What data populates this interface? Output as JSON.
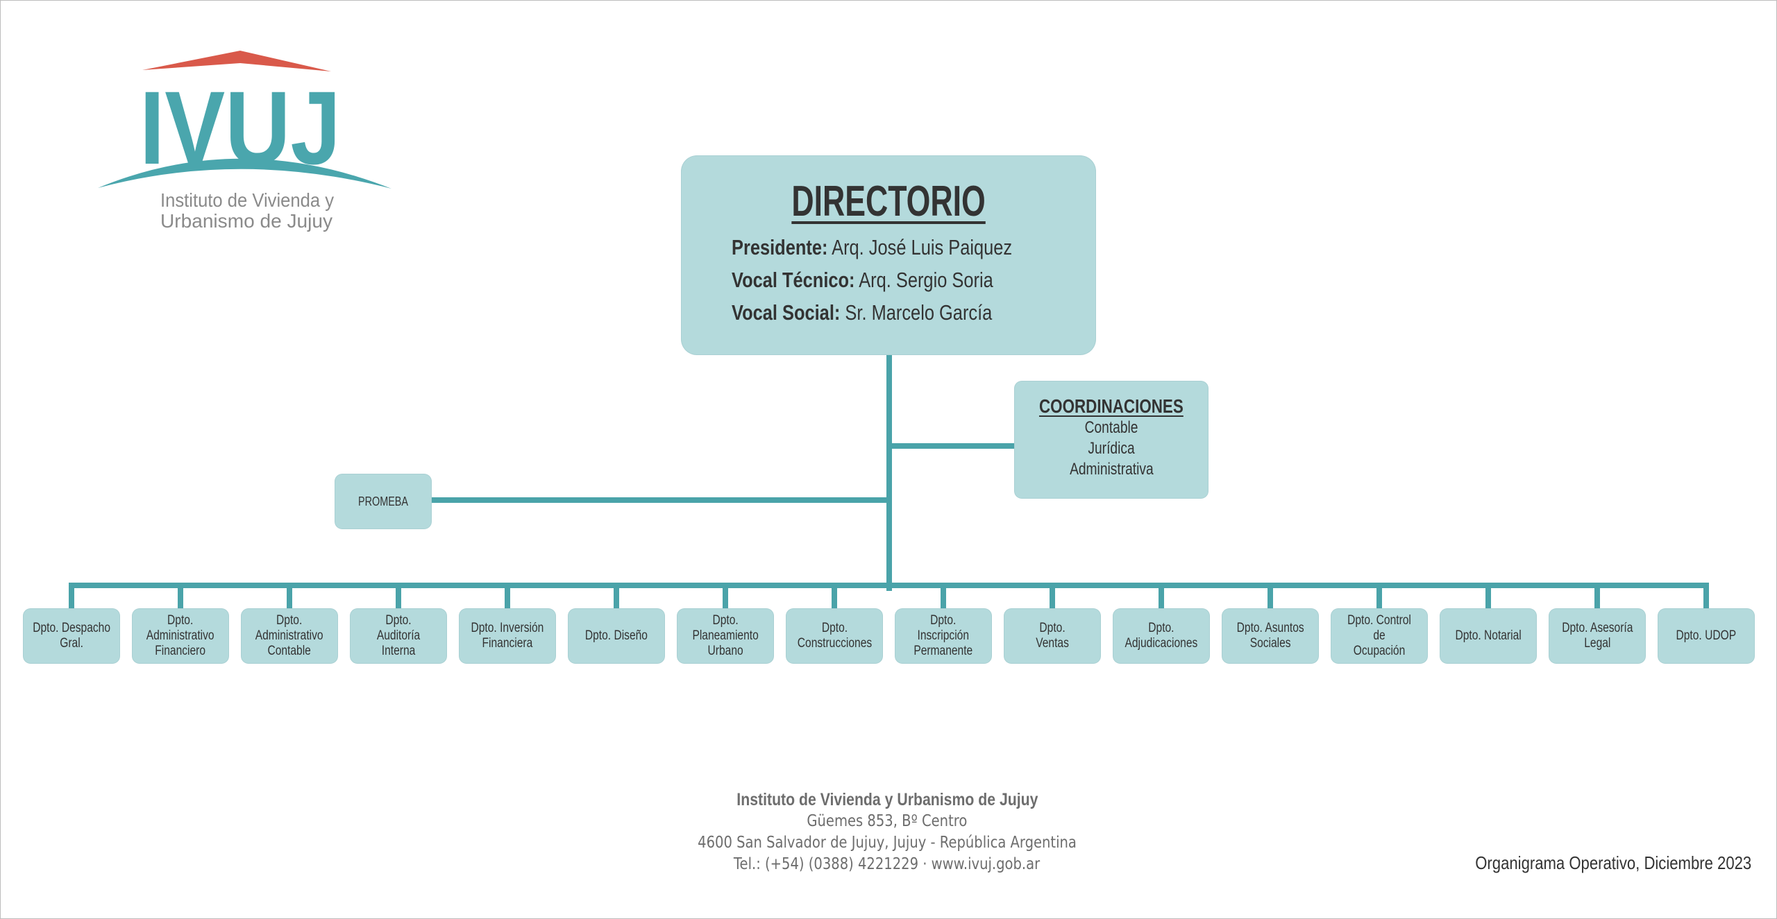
{
  "logo": {
    "acronym": "IVUJ",
    "line1": "Instituto de Vivienda y",
    "line2": "Urbanismo de Jujuy"
  },
  "directorio": {
    "title": "DIRECTORIO",
    "members": [
      {
        "role": "Presidente:",
        "name": "Arq. José Luis Paiquez"
      },
      {
        "role": "Vocal Técnico:",
        "name": "Arq. Sergio Soria"
      },
      {
        "role": "Vocal Social:",
        "name": "Sr. Marcelo García"
      }
    ]
  },
  "coordinaciones": {
    "title": "COORDINACIONES",
    "items": [
      "Contable",
      "Jurídica",
      "Administrativa"
    ]
  },
  "promeba": "PROMEBA",
  "departments": [
    "Dpto. Despacho\nGral.",
    "Dpto.\nAdministrativo\nFinanciero",
    "Dpto.\nAdministrativo\nContable",
    "Dpto.\nAuditoría\nInterna",
    "Dpto. Inversión\nFinanciera",
    "Dpto. Diseño",
    "Dpto.\nPlaneamiento\nUrbano",
    "Dpto.\nConstrucciones",
    "Dpto.\nInscripción\nPermanente",
    "Dpto.\nVentas",
    "Dpto.\nAdjudicaciones",
    "Dpto. Asuntos\nSociales",
    "Dpto. Control de\nOcupación",
    "Dpto. Notarial",
    "Dpto. Asesoría\nLegal",
    "Dpto. UDOP"
  ],
  "footer": {
    "title": "Instituto de Vivienda y Urbanismo de Jujuy",
    "address": "Güemes 853, Bº Centro",
    "city": "4600 San Salvador de Jujuy, Jujuy - República Argentina",
    "contact": "Tel.: (+54) (0388) 4221229 · www.ivuj.gob.ar"
  },
  "stamp": "Organigrama Operativo, Diciembre 2023",
  "colors": {
    "box": "#b4dadc",
    "line": "#4aa3a9",
    "roof": "#d9594a",
    "logo_teal": "#4aa6ad"
  }
}
